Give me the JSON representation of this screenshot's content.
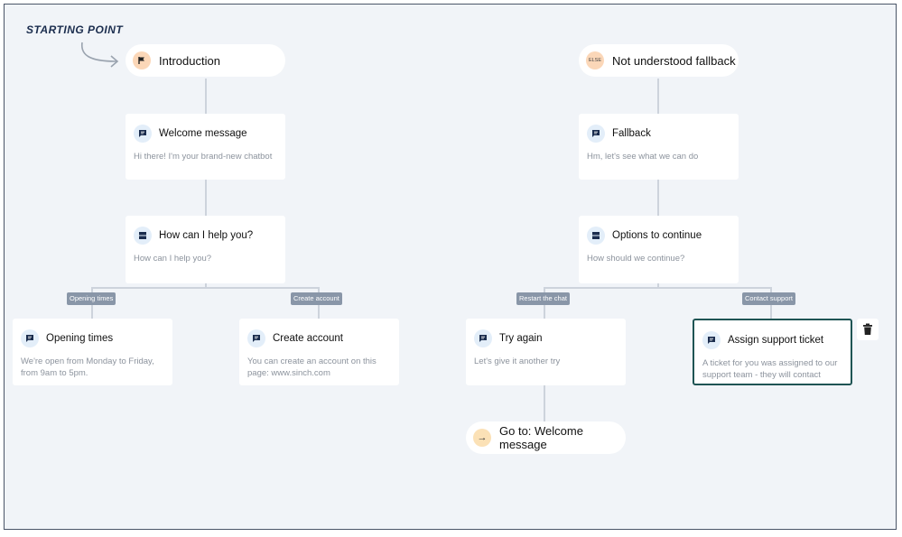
{
  "starting_label": "STARTING POINT",
  "left_flow": {
    "intro": {
      "title": "Introduction",
      "icon": "flag-icon"
    },
    "welcome": {
      "title": "Welcome message",
      "body": "Hi there! I'm your brand-new chatbot",
      "icon": "chat-bubble-icon"
    },
    "help": {
      "title": "How can I help you?",
      "body": "How can I help you?",
      "icon": "options-icon"
    },
    "branch_labels": [
      "Opening times",
      "Create account"
    ],
    "opening": {
      "title": "Opening times",
      "body": "We're open from Monday to Friday, from 9am to 5pm.",
      "icon": "chat-bubble-icon"
    },
    "account": {
      "title": "Create account",
      "body": "You can create an account on this page: www.sinch.com",
      "icon": "chat-bubble-icon"
    }
  },
  "right_flow": {
    "fallback_start": {
      "title": "Not understood fallback",
      "icon_text": "ELSE"
    },
    "fallback": {
      "title": "Fallback",
      "body": "Hm, let's see what we can do",
      "icon": "chat-bubble-icon"
    },
    "options": {
      "title": "Options to continue",
      "body": "How should we continue?",
      "icon": "options-icon"
    },
    "branch_labels": [
      "Restart the chat",
      "Contact support"
    ],
    "try_again": {
      "title": "Try again",
      "body": "Let's give it another try",
      "icon": "chat-bubble-icon"
    },
    "support": {
      "title": "Assign support ticket",
      "body": "A ticket for you was assigned to our support team - they will contact you...",
      "icon": "chat-bubble-icon"
    },
    "goto": {
      "title": "Go to: Welcome message",
      "icon_text": "→"
    }
  },
  "colors": {
    "canvas": "#f1f4f8",
    "connector": "#cdd3dc",
    "label_bg": "#8996a8",
    "selected_border": "#1f5454",
    "intro_icon_bg": "#fbd7b8",
    "goto_icon_bg": "#fbe1b6"
  }
}
